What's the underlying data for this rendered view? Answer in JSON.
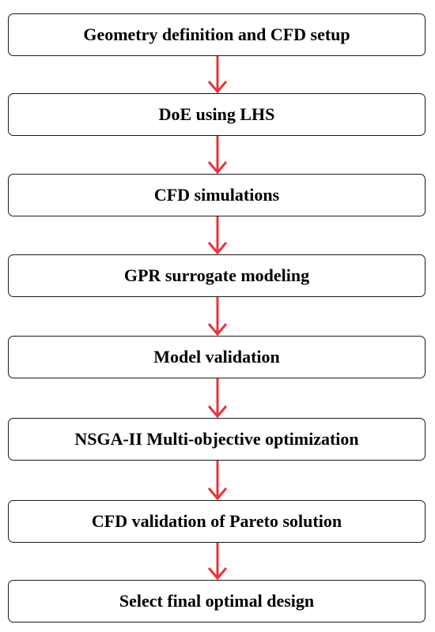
{
  "flowchart": {
    "steps": [
      "Geometry definition and CFD setup",
      "DoE using LHS",
      "CFD simulations",
      "GPR surrogate modeling",
      "Model validation",
      "NSGA-II Multi-objective optimization",
      "CFD validation of Pareto solution",
      "Select final optimal design"
    ]
  },
  "colors": {
    "box_border": "#1a1a1a",
    "arrow": "#e8343b",
    "text": "#000000"
  }
}
